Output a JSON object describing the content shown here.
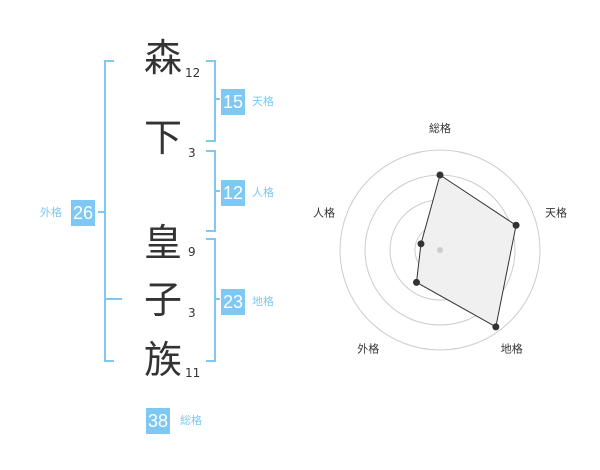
{
  "name_chars": [
    {
      "char": "森",
      "strokes": "12"
    },
    {
      "char": "下",
      "strokes": "3"
    },
    {
      "char": "皇",
      "strokes": "9"
    },
    {
      "char": "子",
      "strokes": "3"
    },
    {
      "char": "族",
      "strokes": "11"
    }
  ],
  "scores": {
    "tenkaku": {
      "value": "15",
      "label": "天格"
    },
    "jinkaku": {
      "value": "12",
      "label": "人格"
    },
    "chikaku": {
      "value": "23",
      "label": "地格"
    },
    "gaikaku": {
      "value": "26",
      "label": "外格"
    },
    "soukaku": {
      "value": "38",
      "label": "総格"
    }
  },
  "radar": {
    "axes": [
      "総格",
      "天格",
      "地格",
      "外格",
      "人格"
    ],
    "levels": [
      0.25,
      0.5,
      0.75,
      1.0
    ],
    "values": [
      0.75,
      0.8,
      0.95,
      0.4,
      0.2
    ],
    "colors": {
      "ring": "#cccccc",
      "fill": "#f0f0f0",
      "stroke": "#333333",
      "point": "#333333",
      "center": "#cccccc"
    }
  },
  "accent_color": "#7ec8f3"
}
